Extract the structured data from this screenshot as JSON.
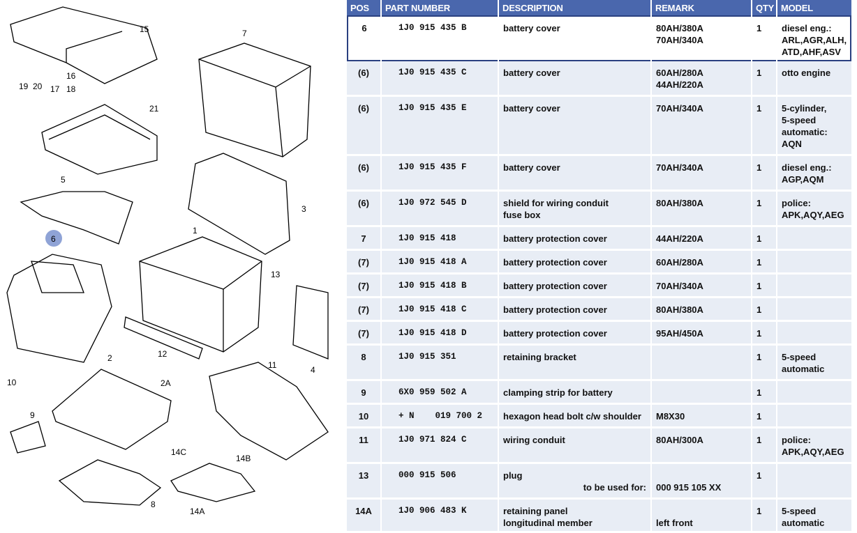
{
  "diagram": {
    "callouts": [
      "1",
      "2",
      "2A",
      "3",
      "4",
      "5",
      "6",
      "7",
      "8",
      "9",
      "10",
      "11",
      "12",
      "13",
      "14A",
      "14B",
      "14C",
      "15",
      "16",
      "17",
      "18",
      "19",
      "20",
      "21"
    ],
    "selected_callout": "6",
    "highlight_color": "#8fa3d6"
  },
  "table": {
    "headers": [
      "POS",
      "PART NUMBER",
      "DESCRIPTION",
      "REMARK",
      "QTY",
      "MODEL"
    ],
    "rows": [
      {
        "pos": "6",
        "part": "1J0 915 435 B",
        "desc": [
          "battery cover"
        ],
        "remark": [
          "80AH/380A",
          "70AH/340A"
        ],
        "qty": "1",
        "model": [
          "diesel eng.:",
          "ARL,AGR,ALH,",
          "ATD,AHF,ASV"
        ],
        "selected": true
      },
      {
        "pos": "(6)",
        "part": "1J0 915 435 C",
        "desc": [
          "battery cover"
        ],
        "remark": [
          "60AH/280A",
          "44AH/220A"
        ],
        "qty": "1",
        "model": [
          "otto engine"
        ]
      },
      {
        "pos": "(6)",
        "part": "1J0 915 435 E",
        "desc": [
          "battery cover"
        ],
        "remark": [
          "70AH/340A"
        ],
        "qty": "1",
        "model": [
          "5-cylinder,",
          "5-speed",
          "automatic:",
          "AQN"
        ]
      },
      {
        "pos": "(6)",
        "part": "1J0 915 435 F",
        "desc": [
          "battery cover"
        ],
        "remark": [
          "70AH/340A"
        ],
        "qty": "1",
        "model": [
          "diesel eng.:",
          "AGP,AQM"
        ]
      },
      {
        "pos": "(6)",
        "part": "1J0 972 545 D",
        "desc": [
          "shield for wiring conduit",
          "fuse box"
        ],
        "remark": [
          "80AH/380A"
        ],
        "qty": "1",
        "model": [
          "police:",
          "APK,AQY,AEG"
        ]
      },
      {
        "pos": "7",
        "part": "1J0 915 418",
        "desc": [
          "battery protection cover"
        ],
        "remark": [
          "44AH/220A"
        ],
        "qty": "1",
        "model": []
      },
      {
        "pos": "(7)",
        "part": "1J0 915 418 A",
        "desc": [
          "battery protection cover"
        ],
        "remark": [
          "60AH/280A"
        ],
        "qty": "1",
        "model": []
      },
      {
        "pos": "(7)",
        "part": "1J0 915 418 B",
        "desc": [
          "battery protection cover"
        ],
        "remark": [
          "70AH/340A"
        ],
        "qty": "1",
        "model": []
      },
      {
        "pos": "(7)",
        "part": "1J0 915 418 C",
        "desc": [
          "battery protection cover"
        ],
        "remark": [
          "80AH/380A"
        ],
        "qty": "1",
        "model": []
      },
      {
        "pos": "(7)",
        "part": "1J0 915 418 D",
        "desc": [
          "battery protection cover"
        ],
        "remark": [
          "95AH/450A"
        ],
        "qty": "1",
        "model": []
      },
      {
        "pos": "8",
        "part": "1J0 915 351",
        "desc": [
          "retaining bracket"
        ],
        "remark": [],
        "qty": "1",
        "model": [
          "5-speed",
          "automatic"
        ]
      },
      {
        "pos": "9",
        "part": "6X0 959 502 A",
        "desc": [
          "clamping strip for battery"
        ],
        "remark": [],
        "qty": "1",
        "model": []
      },
      {
        "pos": "10",
        "part": "+ N    019 700 2",
        "desc": [
          "hexagon head bolt c/w shoulder"
        ],
        "remark": [
          "M8X30"
        ],
        "qty": "1",
        "model": []
      },
      {
        "pos": "11",
        "part": "1J0 971 824 C",
        "desc": [
          "wiring conduit"
        ],
        "remark": [
          "80AH/300A"
        ],
        "qty": "1",
        "model": [
          "police:",
          "APK,AQY,AEG"
        ]
      },
      {
        "pos": "13",
        "part": "000 915 506",
        "desc": [
          "plug"
        ],
        "desc_sub": "to be used for:",
        "remark": [
          "",
          "000 915 105 XX"
        ],
        "qty": "1",
        "model": []
      },
      {
        "pos": "14A",
        "part": "1J0 906 483 K",
        "desc": [
          "retaining panel",
          "longitudinal member"
        ],
        "remark": [
          "",
          "left front"
        ],
        "qty": "1",
        "model": [
          "5-speed",
          "automatic"
        ]
      }
    ]
  }
}
